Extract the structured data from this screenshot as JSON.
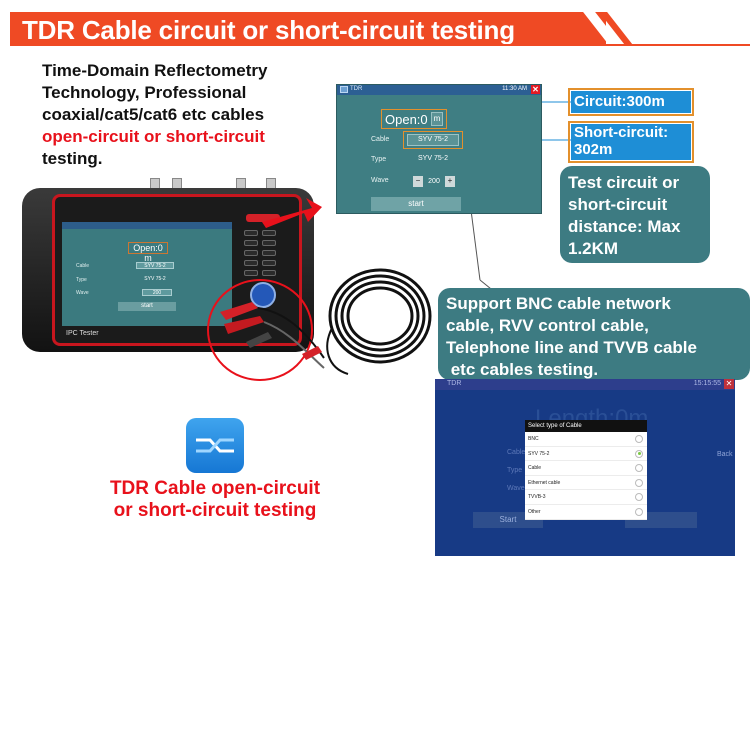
{
  "banner": {
    "title": "TDR Cable circuit or short-circuit testing"
  },
  "intro": {
    "line1": "Time-Domain Reflectometry",
    "line2": "Technology, Professional",
    "line3": "coaxial/cat5/cat6 etc cables",
    "line4_red": "open-circuit or short-circuit",
    "line5": "testing."
  },
  "device": {
    "screen_open": "Open:0",
    "screen_unit": "m",
    "cable_label": "Cable",
    "cable_value": "SYV 75-2",
    "type_label": "Type",
    "type_value": "SYV 75-2",
    "wave_label": "Wave",
    "wave_value": "200",
    "start_label": "start",
    "model_label": "IPC Tester"
  },
  "tdr_screen": {
    "title": "TDR",
    "status": "11:30 AM",
    "open_label": "Open:0",
    "unit": "m",
    "cable_label": "Cable",
    "cable_value": "SYV 75-2",
    "type_label": "Type",
    "type_value": "SYV 75-2",
    "wave_label": "Wave",
    "wave_minus": "−",
    "wave_value": "200",
    "wave_plus": "+",
    "start_label": "start",
    "close_glyph": "✕"
  },
  "callouts": {
    "circuit": "Circuit:300m",
    "short_line1": "Short-circuit:",
    "short_line2": "302m",
    "distance_lines": [
      "Test circuit or",
      "short-circuit",
      "distance: Max",
      "1.2KM"
    ],
    "support_lines": [
      "Support BNC cable network",
      "cable, RVV control cable,",
      "Telephone line and TVVB cable",
      " etc cables testing."
    ]
  },
  "cable_screen": {
    "title": "TDR",
    "time": "15:15:55",
    "close_glyph": "✕",
    "big_text": "Length:0m",
    "side_cable": "Cable",
    "side_type": "Type",
    "side_wave": "Wave",
    "back_label": "Back",
    "start_label": "Start",
    "dialog_title": "Select type of Cable",
    "options": [
      {
        "label": "BNC",
        "selected": false
      },
      {
        "label": "SYV 75-2",
        "selected": true
      },
      {
        "label": "Cable",
        "selected": false
      },
      {
        "label": "Ethernet cable",
        "selected": false
      },
      {
        "label": "TVVB-3",
        "selected": false
      },
      {
        "label": "Other",
        "selected": false
      }
    ]
  },
  "app_icon": {
    "name": "tdr-app-icon",
    "caption_line1": "TDR Cable open-circuit",
    "caption_line2": "or short-circuit testing"
  },
  "colors": {
    "brand_red": "#ef4a24",
    "text_red": "#e8111b",
    "callout_blue": "#1e8ed6",
    "teal_box": "#3d7b82",
    "outline_orange": "#e3902c"
  }
}
